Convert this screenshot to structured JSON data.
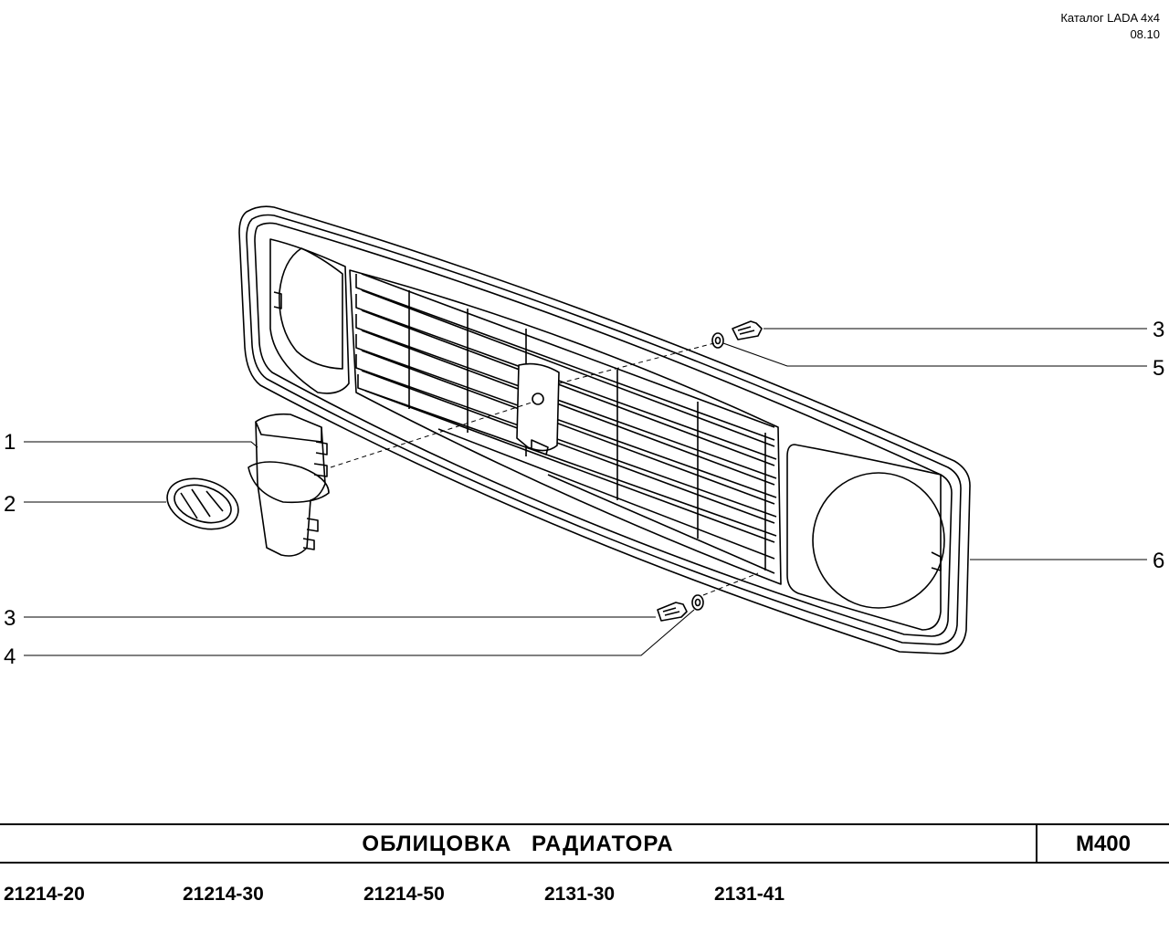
{
  "header": {
    "catalog": "Каталог  LADA  4x4",
    "date": "08.10"
  },
  "callouts": {
    "c1": "1",
    "c2": "2",
    "c3_top": "3",
    "c3_bottom": "3",
    "c4": "4",
    "c5": "5",
    "c6": "6"
  },
  "title": "ОБЛИЦОВКА   РАДИАТОРА",
  "code": "M400",
  "models": [
    "21214-20",
    "21214-30",
    "21214-50",
    "2131-30",
    "2131-41"
  ]
}
